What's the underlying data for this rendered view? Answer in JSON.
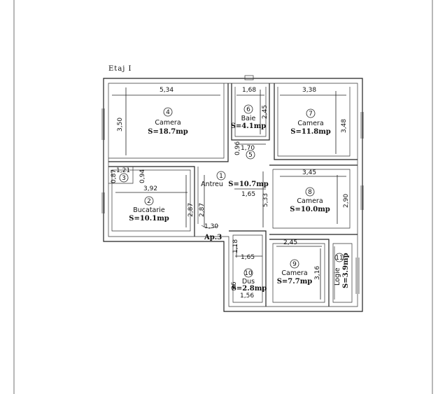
{
  "floor_title": "Etaj I",
  "apartment_label": "Ap.3",
  "rooms": [
    {
      "num": "4",
      "name": "Camera",
      "area": "S=18.7mp"
    },
    {
      "num": "6",
      "name": "Baie",
      "area": "S=4.1mp"
    },
    {
      "num": "7",
      "name": "Camera",
      "area": "S=11.8mp"
    },
    {
      "num": "1",
      "name": "Antreu",
      "area": "S=10.7mp"
    },
    {
      "num": "8",
      "name": "Camera",
      "area": "S=10.0mp"
    },
    {
      "num": "2",
      "name": "Bucatarie",
      "area": "S=10.1mp"
    },
    {
      "num": "9",
      "name": "Camera",
      "area": "S=7.7mp"
    },
    {
      "num": "10",
      "name": "Dus",
      "area": "S=2.8mp"
    },
    {
      "num": "11",
      "name": "Logie",
      "area": "S=3.9mp"
    },
    {
      "num": "3",
      "name": "",
      "area": ""
    },
    {
      "num": "5",
      "name": "",
      "area": ""
    }
  ],
  "dimensions": {
    "d_534": "5,34",
    "d_168": "1,68",
    "d_338": "3,38",
    "d_350": "3,50",
    "d_245a": "2,45",
    "d_348": "3,48",
    "d_096": "0,96",
    "d_170": "1,70",
    "d_087": "0,87",
    "d_121": "1,21",
    "d_094": "0,94",
    "d_345": "3,45",
    "d_392": "3,92",
    "d_165a": "1,65",
    "d_533": "5,33",
    "d_290": "2,90",
    "d_287a": "2,87",
    "d_287b": "2,87",
    "d_130": "1,30",
    "d_118": "1,18",
    "d_165b": "1,65",
    "d_245b": "2,45",
    "d_316": "3,16",
    "d_96": "96",
    "d_156": "1,56"
  }
}
